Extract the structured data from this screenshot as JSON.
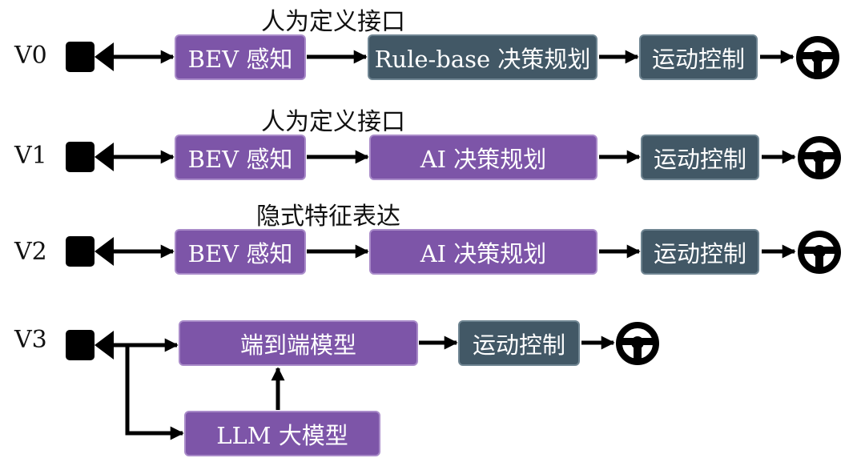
{
  "rows": [
    {
      "version": "V0",
      "interface_label": "人为定义接口",
      "perception": "BEV 感知",
      "planning": "Rule-base 决策规划",
      "control": "运动控制"
    },
    {
      "version": "V1",
      "interface_label": "人为定义接口",
      "perception": "BEV 感知",
      "planning": "AI 决策规划",
      "control": "运动控制"
    },
    {
      "version": "V2",
      "interface_label": "隐式特征表达",
      "perception": "BEV 感知",
      "planning": "AI 决策规划",
      "control": "运动控制"
    }
  ],
  "v3": {
    "version": "V3",
    "end_to_end": "端到端模型",
    "llm": "LLM 大模型",
    "control": "运动控制"
  },
  "icons": {
    "input": "camera-icon",
    "output": "steering-wheel-icon"
  },
  "colors": {
    "module_purple": "#7d55a8",
    "module_slate": "#425866",
    "arrow": "#000000"
  }
}
